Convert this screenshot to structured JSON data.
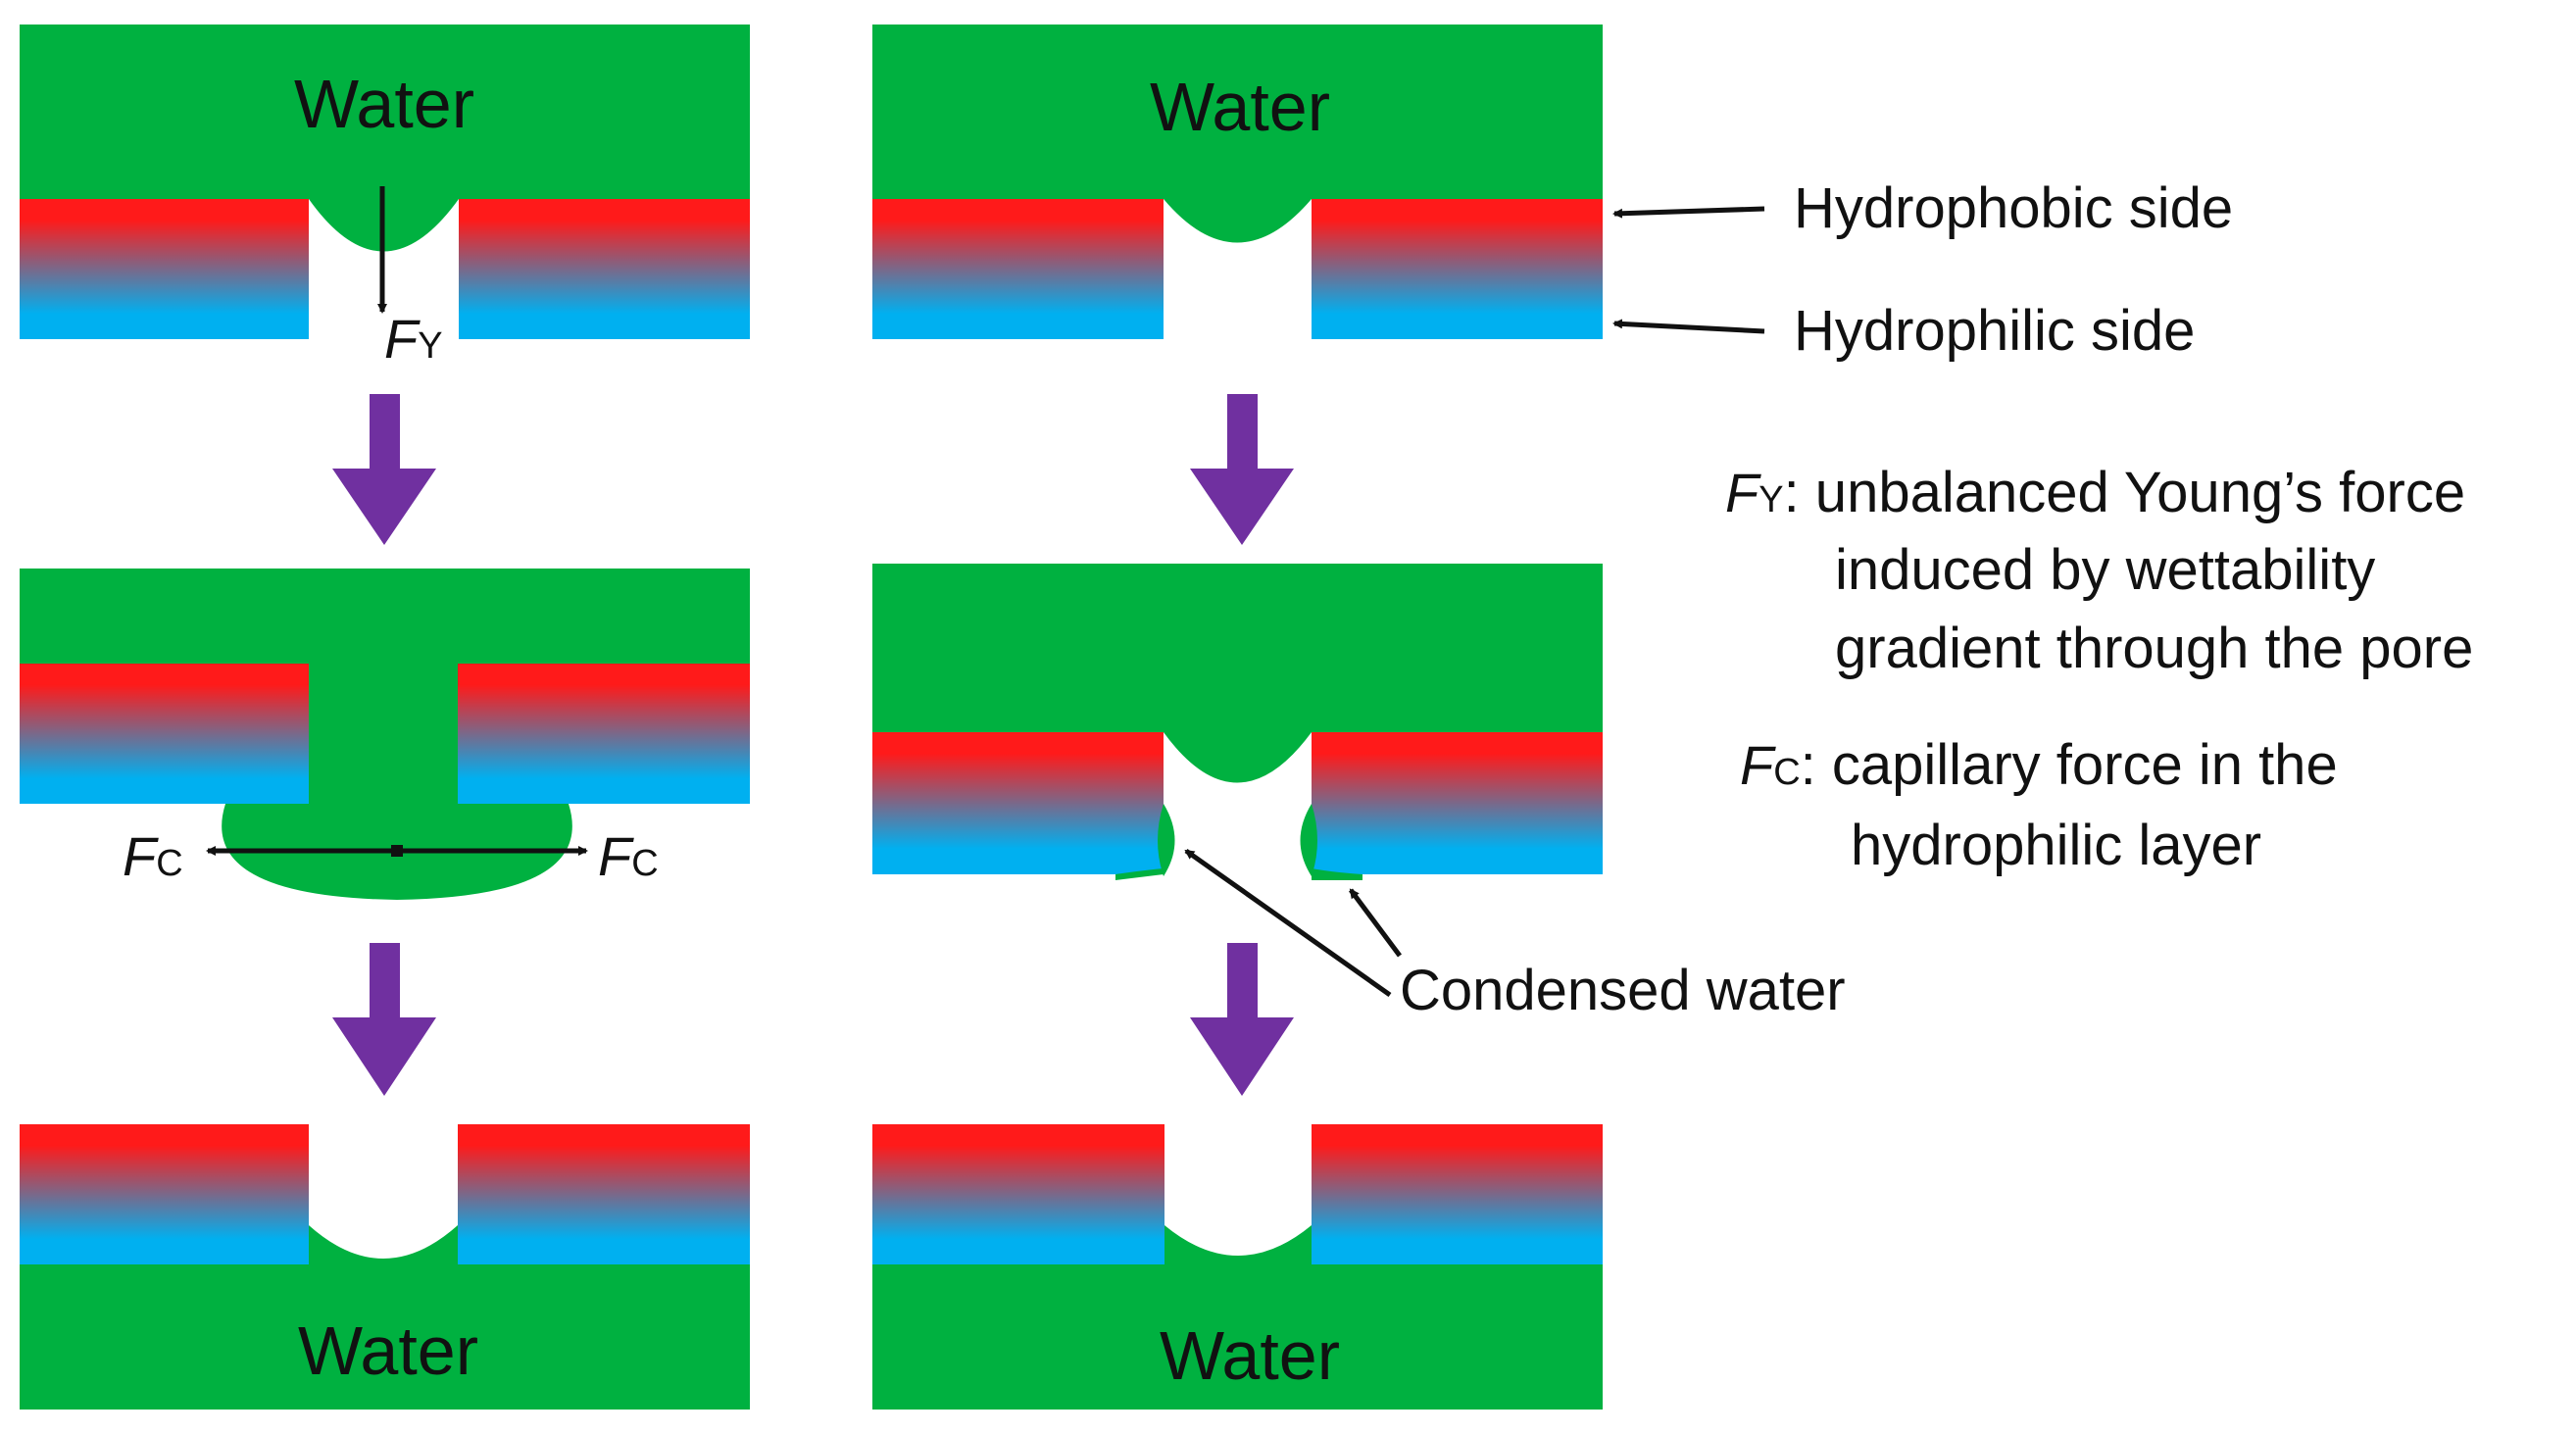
{
  "labels": {
    "water": "Water",
    "hydrophobic_side": "Hydrophobic side",
    "hydrophilic_side": "Hydrophilic side",
    "condensed_water": "Condensed water"
  },
  "forces": {
    "f_symbol": "F",
    "y_subscript": "Y",
    "c_subscript": "C"
  },
  "legend": {
    "fy_line1": ": unbalanced Young’s force",
    "fy_line2": "induced by wettability",
    "fy_line3": "gradient through the pore",
    "fc_line1": ": capillary force in the",
    "fc_line2": "hydrophilic layer"
  },
  "colors": {
    "water": "#00b140",
    "hydrophobic": "#ff1a1a",
    "hydrophilic": "#00b0f0",
    "flow_arrow": "#7030a0",
    "line": "#111111"
  }
}
